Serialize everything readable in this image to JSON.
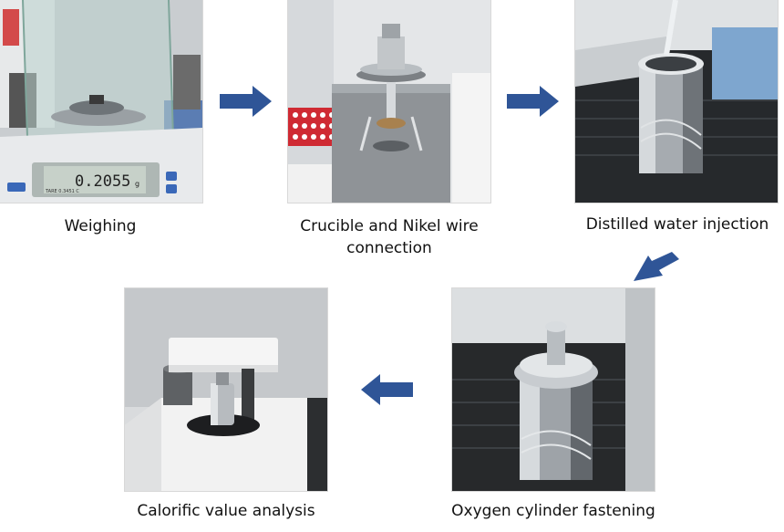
{
  "steps": [
    {
      "label": "Weighing",
      "photo": "analytical-balance-photo",
      "display": "0.2055",
      "display_unit": "g",
      "display_sub": "TARE 0.3451 C"
    },
    {
      "label": "Crucible and Nikel wire connection",
      "photo": "crucible-holder-photo"
    },
    {
      "label": "Distilled water injection",
      "photo": "bomb-vessel-water-photo"
    },
    {
      "label": "Oxygen cylinder fastening",
      "photo": "sealed-bomb-cylinder-photo"
    },
    {
      "label": "Calorific value analysis",
      "photo": "calorimeter-photo"
    }
  ],
  "colors": {
    "arrow": "#2f5597",
    "text": "#111111"
  }
}
